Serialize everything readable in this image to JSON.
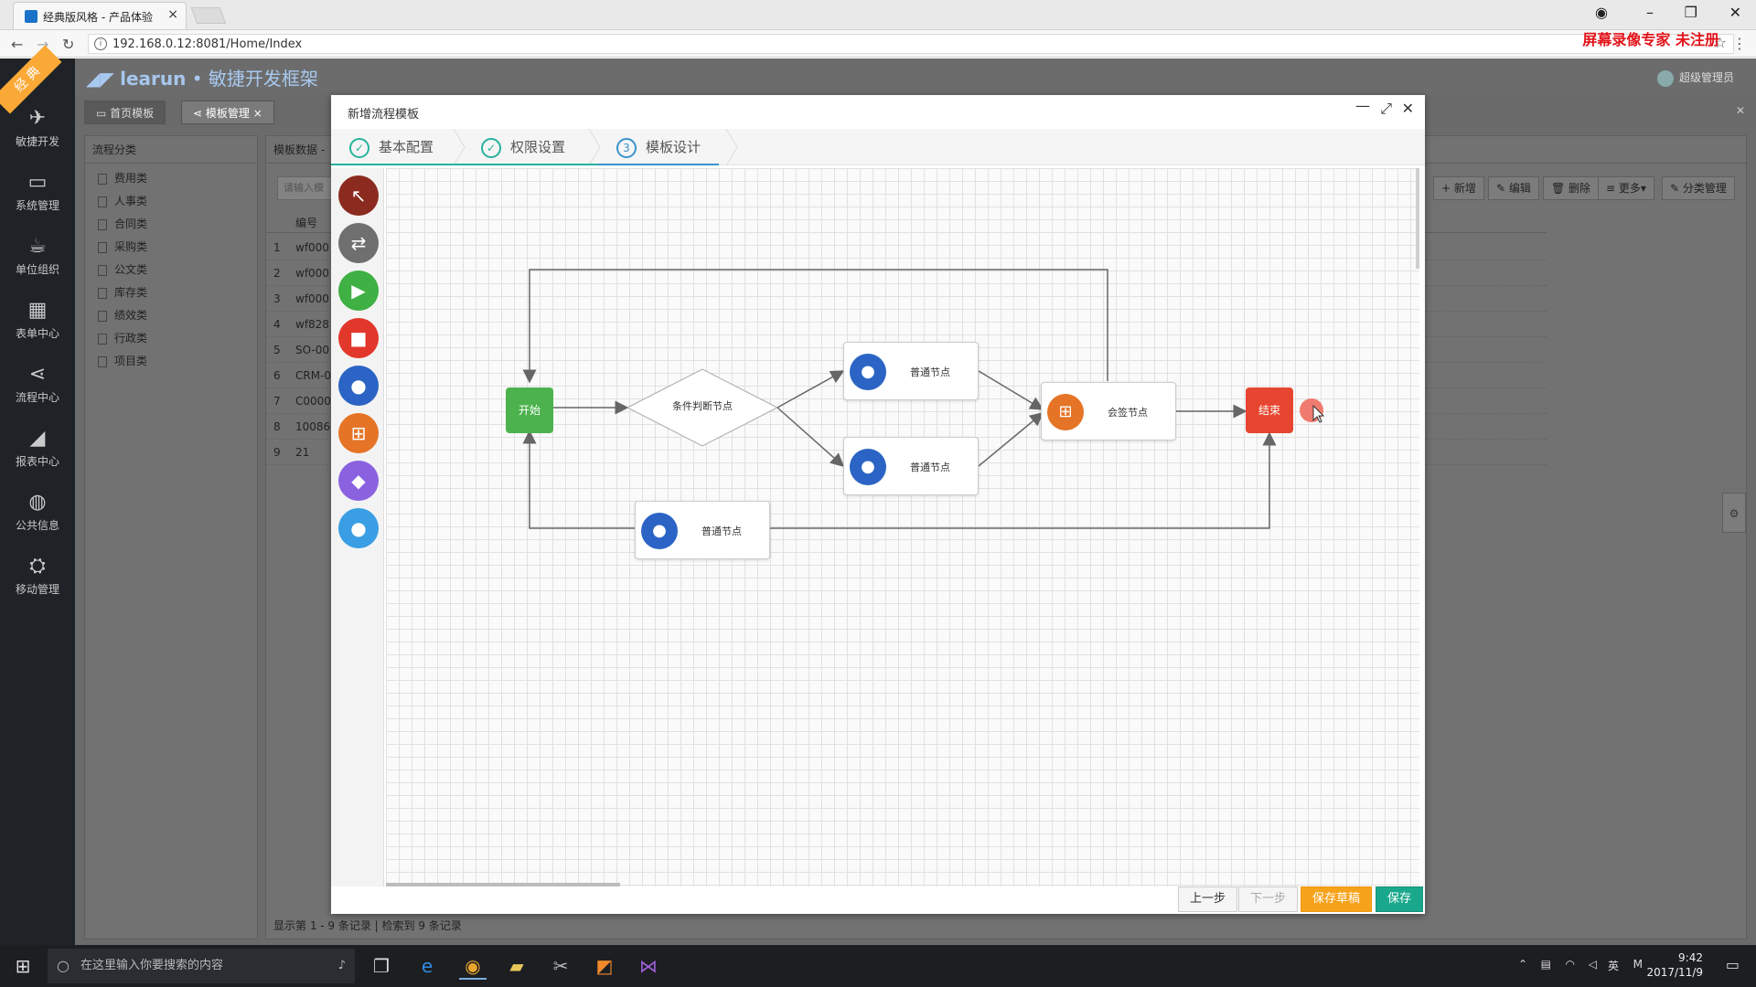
{
  "browser": {
    "tab_title": "经典版风格 - 产品体验",
    "url": "192.168.0.12:8081/Home/Index",
    "recorder_watermark": "屏幕录像专家 未注册"
  },
  "app": {
    "logo_brand": "learun",
    "logo_tagline": "敏捷开发框架",
    "ribbon": "经 典",
    "user": "超级管理员",
    "sidebar": [
      {
        "label": "敏捷开发",
        "icon": "paper-plane-icon"
      },
      {
        "label": "系统管理",
        "icon": "monitor-icon"
      },
      {
        "label": "单位组织",
        "icon": "coffee-icon"
      },
      {
        "label": "表单中心",
        "icon": "table-icon"
      },
      {
        "label": "流程中心",
        "icon": "share-icon"
      },
      {
        "label": "报表中心",
        "icon": "chart-icon"
      },
      {
        "label": "公共信息",
        "icon": "globe-icon"
      },
      {
        "label": "移动管理",
        "icon": "android-icon"
      }
    ],
    "page_tabs": [
      {
        "label": "首页模板"
      },
      {
        "label": "模板管理"
      }
    ],
    "left_panel": {
      "title": "流程分类",
      "items": [
        "费用类",
        "人事类",
        "合同类",
        "采购类",
        "公文类",
        "库存类",
        "绩效类",
        "行政类",
        "项目类"
      ]
    },
    "main_panel": {
      "title": "模板数据 -",
      "search_placeholder": "请输入模",
      "toolbar": [
        "+ 新增",
        "✎ 编辑",
        "🗑 删除",
        "≡ 更多▾",
        "✎ 分类管理"
      ],
      "col_header": "编号",
      "rows": [
        {
          "n": "1",
          "code": "wf000"
        },
        {
          "n": "2",
          "code": "wf000"
        },
        {
          "n": "3",
          "code": "wf000"
        },
        {
          "n": "4",
          "code": "wf828"
        },
        {
          "n": "5",
          "code": "SO-00"
        },
        {
          "n": "6",
          "code": "CRM-0"
        },
        {
          "n": "7",
          "code": "C0000"
        },
        {
          "n": "8",
          "code": "10086"
        },
        {
          "n": "9",
          "code": "21"
        }
      ],
      "pager": "显示第 1 - 9 条记录 | 检索到 9 条记录"
    }
  },
  "modal": {
    "title": "新增流程模板",
    "steps": [
      {
        "num": "✓",
        "label": "基本配置"
      },
      {
        "num": "✓",
        "label": "权限设置"
      },
      {
        "num": "3",
        "label": "模板设计"
      }
    ],
    "palette": [
      {
        "name": "pointer-tool",
        "color": "#8b2b1f",
        "glyph": "↖"
      },
      {
        "name": "connector-tool",
        "color": "#6f6f6f",
        "glyph": "⇄"
      },
      {
        "name": "start-tool",
        "color": "#3fb044",
        "glyph": "▶"
      },
      {
        "name": "end-tool",
        "color": "#e2372b",
        "glyph": "■"
      },
      {
        "name": "user-node-tool",
        "color": "#2b64c4",
        "glyph": "👤"
      },
      {
        "name": "countersign-tool",
        "color": "#e57426",
        "glyph": "⊞"
      },
      {
        "name": "condition-tool",
        "color": "#8a62e0",
        "glyph": "◆"
      },
      {
        "name": "subflow-tool",
        "color": "#3a9ee4",
        "glyph": "👤"
      }
    ],
    "diagram": {
      "start": "开始",
      "condition": "条件判断节点",
      "node_top": "普通节点",
      "node_mid": "普通节点",
      "node_bottom": "普通节点",
      "countersign": "会签节点",
      "end": "结束"
    },
    "buttons": {
      "prev": "上一步",
      "next": "下一步",
      "save_draft": "保存草稿",
      "save": "保存"
    }
  },
  "taskbar": {
    "search_placeholder": "在这里输入你要搜索的内容",
    "lang": "英",
    "time": "9:42",
    "date": "2017/11/9"
  }
}
